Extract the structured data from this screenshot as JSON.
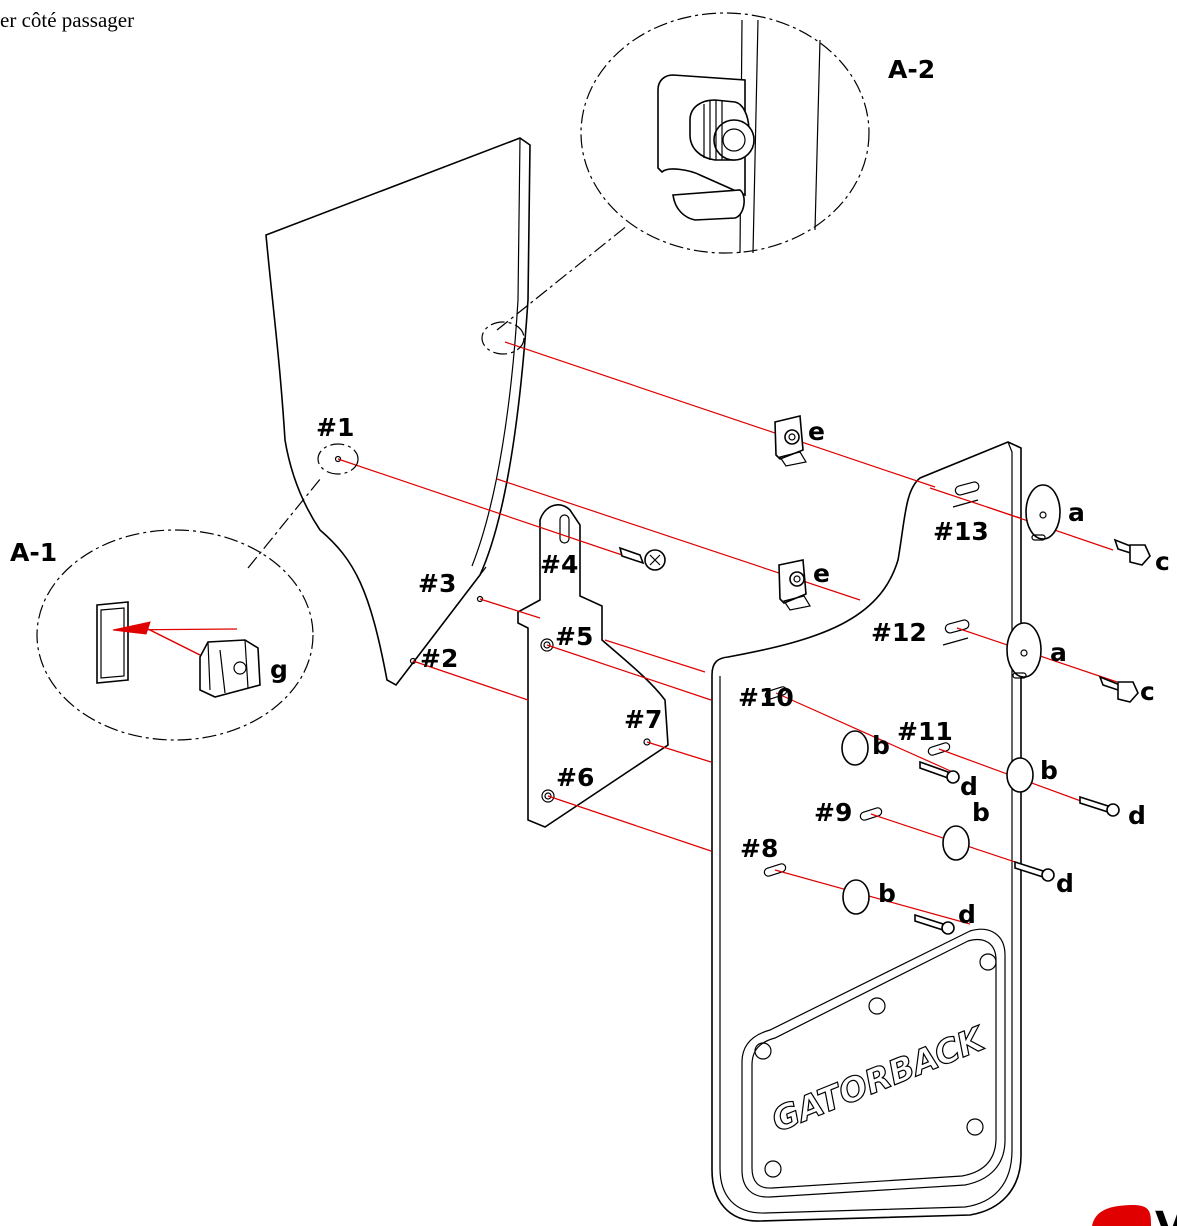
{
  "caption": "er côté passager",
  "detail_labels": {
    "a1": "A-1",
    "a2": "A-2"
  },
  "hole_labels": {
    "h1": "#1",
    "h2": "#2",
    "h3": "#3",
    "h4": "#4",
    "h5": "#5",
    "h6": "#6",
    "h7": "#7",
    "h8": "#8",
    "h9": "#9",
    "h10": "#10",
    "h11": "#11",
    "h12": "#12",
    "h13": "#13"
  },
  "part_labels": {
    "a_upper": "a",
    "a_lower": "a",
    "b_10": "b",
    "b_11": "b",
    "b_9": "b",
    "b_8": "b",
    "c_upper": "c",
    "c_lower": "c",
    "d_10": "d",
    "d_11": "d",
    "d_9": "d",
    "d_8": "d",
    "e_upper": "e",
    "e_lower": "e",
    "g": "g"
  },
  "brand_text": "GATORBACK",
  "corner_mark_text": "V",
  "colors": {
    "leader_line": "#e00000",
    "outline": "#000000",
    "background": "#ffffff"
  }
}
